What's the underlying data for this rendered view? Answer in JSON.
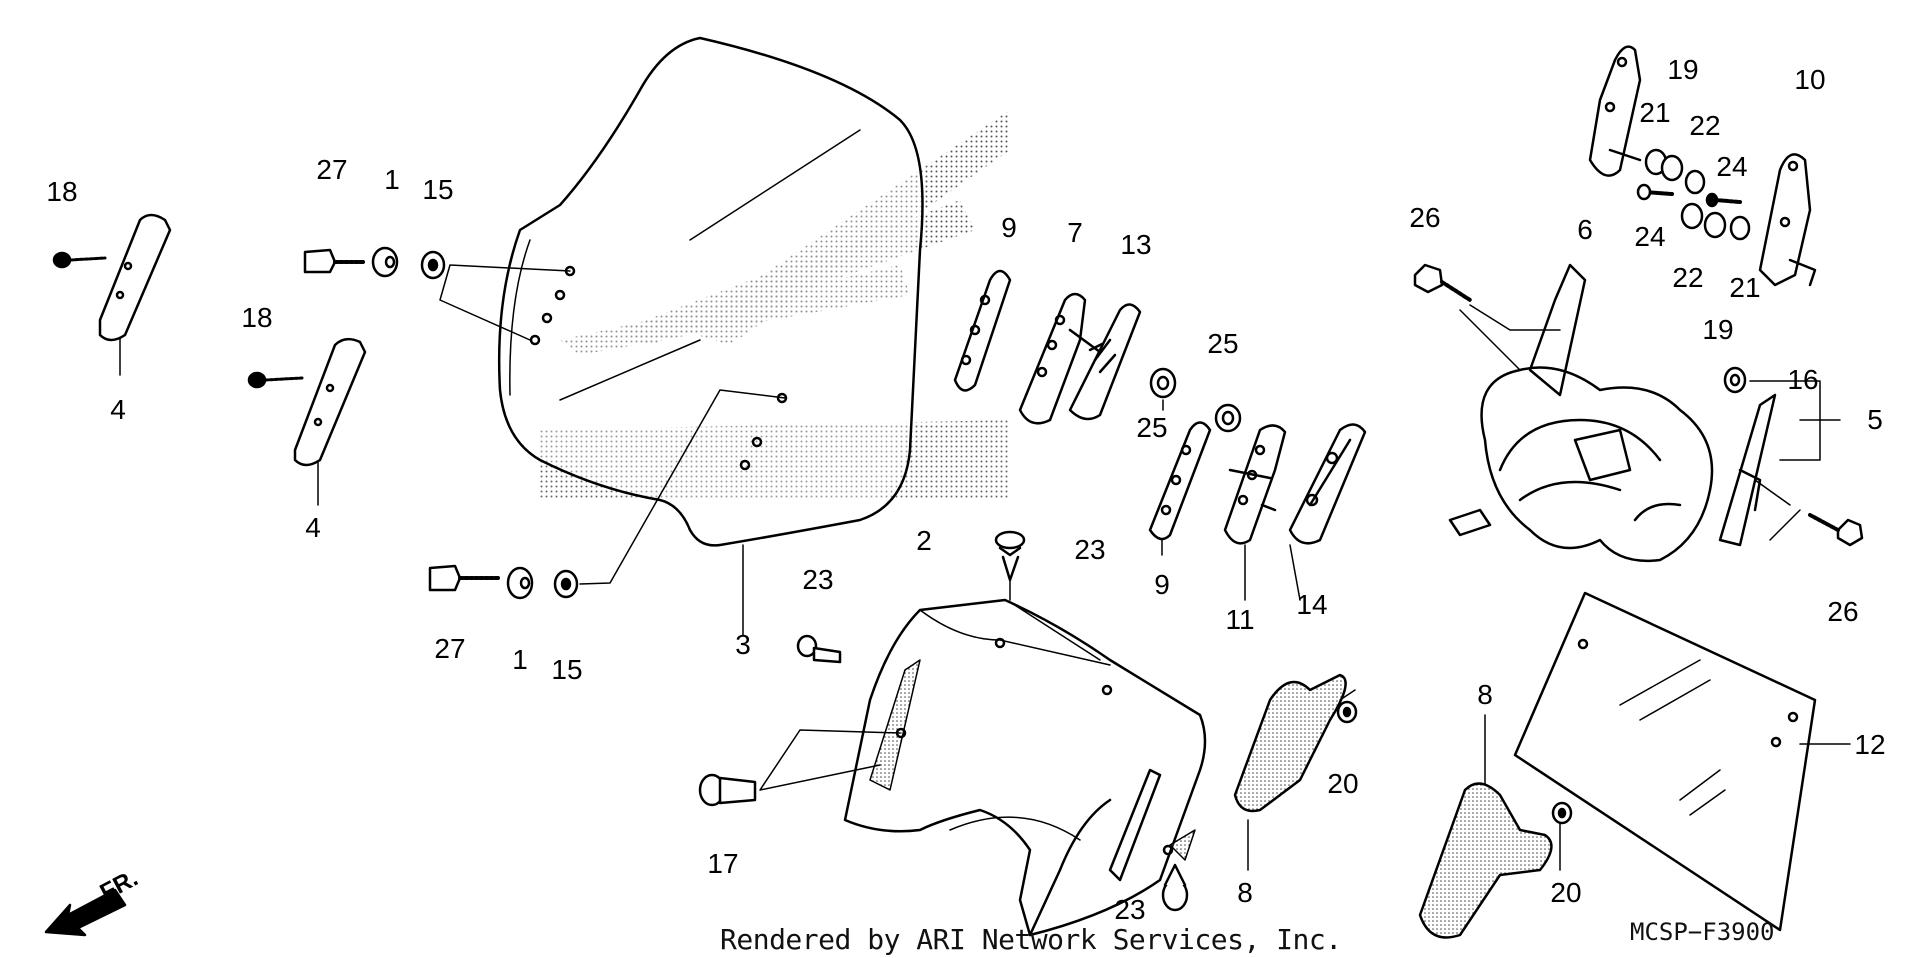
{
  "diagram": {
    "credit": "Rendered by ARI Network Services, Inc.",
    "code": "MCSP−F3900",
    "direction_label": "FR.",
    "callouts": [
      {
        "id": "c18a",
        "text": "18"
      },
      {
        "id": "c4a",
        "text": "4"
      },
      {
        "id": "c18b",
        "text": "18"
      },
      {
        "id": "c4b",
        "text": "4"
      },
      {
        "id": "c27a",
        "text": "27"
      },
      {
        "id": "c1a",
        "text": "1"
      },
      {
        "id": "c15a",
        "text": "15"
      },
      {
        "id": "c27b",
        "text": "27"
      },
      {
        "id": "c1b",
        "text": "1"
      },
      {
        "id": "c15b",
        "text": "15"
      },
      {
        "id": "c3",
        "text": "3"
      },
      {
        "id": "c9a",
        "text": "9"
      },
      {
        "id": "c7",
        "text": "7"
      },
      {
        "id": "c13",
        "text": "13"
      },
      {
        "id": "c25a",
        "text": "25"
      },
      {
        "id": "c25b",
        "text": "25"
      },
      {
        "id": "c9b",
        "text": "9"
      },
      {
        "id": "c11",
        "text": "11"
      },
      {
        "id": "c14",
        "text": "14"
      },
      {
        "id": "c2",
        "text": "2"
      },
      {
        "id": "c23a",
        "text": "23"
      },
      {
        "id": "c23b",
        "text": "23"
      },
      {
        "id": "c23c",
        "text": "23"
      },
      {
        "id": "c17",
        "text": "17"
      },
      {
        "id": "c8a",
        "text": "8"
      },
      {
        "id": "c20a",
        "text": "20"
      },
      {
        "id": "c8b",
        "text": "8"
      },
      {
        "id": "c20b",
        "text": "20"
      },
      {
        "id": "c12",
        "text": "12"
      },
      {
        "id": "c6",
        "text": "6"
      },
      {
        "id": "c19a",
        "text": "19"
      },
      {
        "id": "c21a",
        "text": "21"
      },
      {
        "id": "c22a",
        "text": "22"
      },
      {
        "id": "c24a",
        "text": "24"
      },
      {
        "id": "c24b",
        "text": "24"
      },
      {
        "id": "c22b",
        "text": "22"
      },
      {
        "id": "c19b",
        "text": "19"
      },
      {
        "id": "c21b",
        "text": "21"
      },
      {
        "id": "c10",
        "text": "10"
      },
      {
        "id": "c26a",
        "text": "26"
      },
      {
        "id": "c26b",
        "text": "26"
      },
      {
        "id": "c16",
        "text": "16"
      },
      {
        "id": "c5",
        "text": "5"
      }
    ]
  }
}
